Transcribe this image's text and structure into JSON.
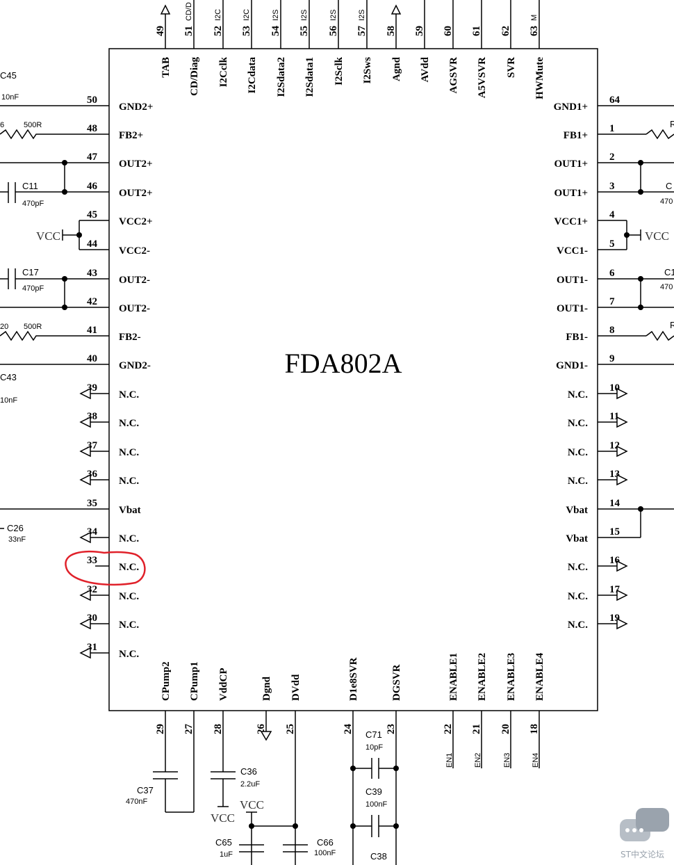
{
  "ic_name": "FDA802A",
  "left_pins": [
    {
      "num": "50",
      "name": "GND2+"
    },
    {
      "num": "48",
      "name": "FB2+"
    },
    {
      "num": "47",
      "name": "OUT2+"
    },
    {
      "num": "46",
      "name": "OUT2+"
    },
    {
      "num": "45",
      "name": "VCC2+"
    },
    {
      "num": "44",
      "name": "VCC2-"
    },
    {
      "num": "43",
      "name": "OUT2-"
    },
    {
      "num": "42",
      "name": "OUT2-"
    },
    {
      "num": "41",
      "name": "FB2-"
    },
    {
      "num": "40",
      "name": "GND2-"
    },
    {
      "num": "39",
      "name": "N.C."
    },
    {
      "num": "38",
      "name": "N.C."
    },
    {
      "num": "37",
      "name": "N.C."
    },
    {
      "num": "36",
      "name": "N.C."
    },
    {
      "num": "35",
      "name": "Vbat"
    },
    {
      "num": "34",
      "name": "N.C."
    },
    {
      "num": "33",
      "name": "N.C."
    },
    {
      "num": "32",
      "name": "N.C."
    },
    {
      "num": "30",
      "name": "N.C."
    },
    {
      "num": "31",
      "name": "N.C."
    }
  ],
  "right_pins": [
    {
      "num": "64",
      "name": "GND1+"
    },
    {
      "num": "1",
      "name": "FB1+"
    },
    {
      "num": "2",
      "name": "OUT1+"
    },
    {
      "num": "3",
      "name": "OUT1+"
    },
    {
      "num": "4",
      "name": "VCC1+"
    },
    {
      "num": "5",
      "name": "VCC1-"
    },
    {
      "num": "6",
      "name": "OUT1-"
    },
    {
      "num": "7",
      "name": "OUT1-"
    },
    {
      "num": "8",
      "name": "FB1-"
    },
    {
      "num": "9",
      "name": "GND1-"
    },
    {
      "num": "10",
      "name": "N.C."
    },
    {
      "num": "11",
      "name": "N.C."
    },
    {
      "num": "12",
      "name": "N.C."
    },
    {
      "num": "13",
      "name": "N.C."
    },
    {
      "num": "14",
      "name": "Vbat"
    },
    {
      "num": "15",
      "name": "Vbat"
    },
    {
      "num": "16",
      "name": "N.C."
    },
    {
      "num": "17",
      "name": "N.C."
    },
    {
      "num": "19",
      "name": "N.C."
    }
  ],
  "top_pins": [
    {
      "num": "49",
      "name": "TAB"
    },
    {
      "num": "51",
      "name": "CD/Diag"
    },
    {
      "num": "52",
      "name": "I2Cclk"
    },
    {
      "num": "53",
      "name": "I2Cdata"
    },
    {
      "num": "54",
      "name": "I2Sdata2"
    },
    {
      "num": "55",
      "name": "I2Sdata1"
    },
    {
      "num": "56",
      "name": "I2Sclk"
    },
    {
      "num": "57",
      "name": "I2Sws"
    },
    {
      "num": "58",
      "name": "Agnd"
    },
    {
      "num": "59",
      "name": "AVdd"
    },
    {
      "num": "60",
      "name": "AGSVR"
    },
    {
      "num": "61",
      "name": "A5VSVR"
    },
    {
      "num": "62",
      "name": "SVR"
    },
    {
      "num": "63",
      "name": "HWMute"
    }
  ],
  "top_net_labels": [
    "CD/D",
    "I2C",
    "I2C",
    "I2S",
    "I2S",
    "I2S",
    "I2S",
    "M"
  ],
  "bottom_pins": [
    {
      "num": "29",
      "name": "CPump2"
    },
    {
      "num": "27",
      "name": "CPump1"
    },
    {
      "num": "28",
      "name": "VddCP"
    },
    {
      "num": "26",
      "name": "Dgnd"
    },
    {
      "num": "25",
      "name": "DVdd"
    },
    {
      "num": "24",
      "name": "D1e8SVR"
    },
    {
      "num": "23",
      "name": "DGSVR"
    },
    {
      "num": "22",
      "name": "ENABLE1"
    },
    {
      "num": "21",
      "name": "ENABLE2"
    },
    {
      "num": "20",
      "name": "ENABLE3"
    },
    {
      "num": "18",
      "name": "ENABLE4"
    }
  ],
  "bottom_net_labels": [
    "EN1",
    "EN2",
    "EN3",
    "EN4"
  ],
  "components": {
    "c45": {
      "ref": "C45",
      "value": "10nF"
    },
    "r_fb2p": {
      "ref": "6",
      "value": "500R"
    },
    "c11": {
      "ref": "C11",
      "value": "470pF"
    },
    "c17": {
      "ref": "C17",
      "value": "470pF"
    },
    "r_fb2m": {
      "ref": "20",
      "value": "500R"
    },
    "c43": {
      "ref": "C43",
      "value": "10nF"
    },
    "c26": {
      "ref": "C26",
      "value": "33nF"
    },
    "c37": {
      "ref": "C37",
      "value": "470nF"
    },
    "c36": {
      "ref": "C36",
      "value": "2.2uF"
    },
    "c65": {
      "ref": "C65",
      "value": "1uF"
    },
    "c66": {
      "ref": "C66",
      "value": "100nF"
    },
    "c71": {
      "ref": "C71",
      "value": "10pF"
    },
    "c39": {
      "ref": "C39",
      "value": "100nF"
    },
    "c38": {
      "ref": "C38"
    },
    "r_right1": {
      "ref": "R"
    },
    "r_right2": {
      "ref": "R"
    },
    "c_right1": {
      "ref": "C",
      "value": "470"
    },
    "c_right2": {
      "ref": "C1",
      "value": "470"
    }
  },
  "power": {
    "vcc": "VCC"
  },
  "watermark": "ST中文论坛"
}
